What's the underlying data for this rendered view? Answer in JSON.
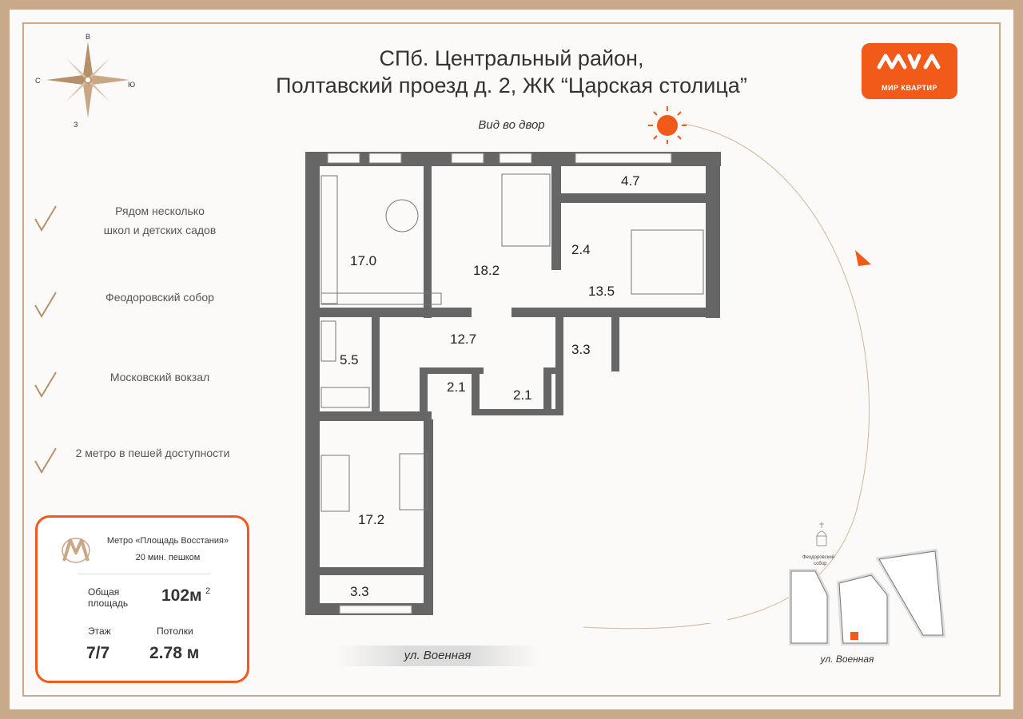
{
  "title": {
    "line1": "СПб. Центральный район,",
    "line2": "Полтавский проезд д. 2,  ЖК “Царская столица”"
  },
  "logo": {
    "text": "МИР КВАРТИР",
    "icon": "mir-kvartir-logo-icon"
  },
  "compass": {
    "north": "В",
    "west": "С",
    "east": "Ю",
    "south": "З"
  },
  "view_label": "Вид во двор",
  "street_label": "ул. Военная",
  "features": [
    {
      "line1": "Рядом несколько",
      "line2": "школ и детских садов"
    },
    {
      "line1": "Феодоровский собор",
      "line2": ""
    },
    {
      "line1": "Московский вокзал",
      "line2": ""
    },
    {
      "line1": "2 метро в пешей доступности",
      "line2": ""
    }
  ],
  "info_card": {
    "metro_name": "Метро «Площадь Восстания»",
    "metro_walk": "20 мин. пешком",
    "area_label_1": "Общая",
    "area_label_2": "площадь",
    "area_value": "102м",
    "area_sup": "2",
    "floor_label": "Этаж",
    "floor_value": "7/7",
    "ceiling_label": "Потолки",
    "ceiling_value": "2.78 м"
  },
  "rooms": {
    "kitchen": "17.0",
    "living": "18.2",
    "balcony_top": "4.7",
    "closet": "2.4",
    "bedroom": "13.5",
    "bathroom": "5.5",
    "hall": "12.7",
    "hall_small": "3.3",
    "storage": "2.1",
    "wc": "2.1",
    "room_bottom": "17.2",
    "balcony_bottom": "3.3"
  },
  "map": {
    "cathedral_label_1": "Феодоровский",
    "cathedral_label_2": "собор",
    "street": "ул. Военная"
  },
  "colors": {
    "accent": "#f25a1a",
    "frame": "#c8a98a",
    "wall": "#666666",
    "check": "#b5916b"
  }
}
